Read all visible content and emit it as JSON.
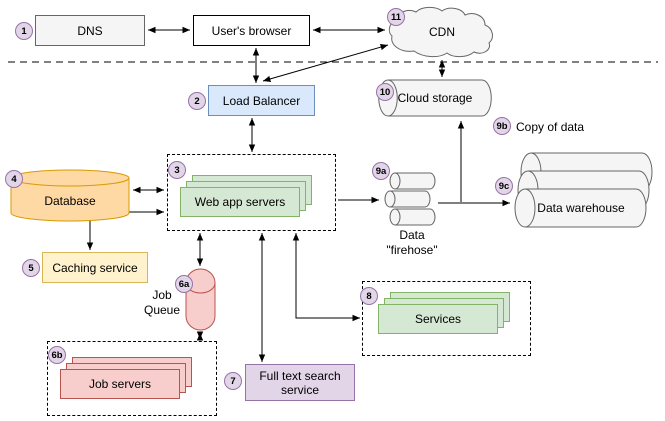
{
  "diagram": {
    "nodes": {
      "dns": {
        "badge": "1",
        "label": "DNS"
      },
      "browser": {
        "label": "User's browser"
      },
      "cdn": {
        "badge": "11",
        "label": "CDN"
      },
      "load_balancer": {
        "badge": "2",
        "label": "Load Balancer"
      },
      "cloud_storage": {
        "badge": "10",
        "label": "Cloud storage"
      },
      "copy_of_data": {
        "badge": "9b",
        "label": "Copy of data"
      },
      "web_app_servers": {
        "badge": "3",
        "label": "Web app servers"
      },
      "database": {
        "badge": "4",
        "label": "Database"
      },
      "caching_service": {
        "badge": "5",
        "label": "Caching service"
      },
      "job_queue": {
        "badge": "6a",
        "label": "Job Queue"
      },
      "job_servers": {
        "badge": "6b",
        "label": "Job servers"
      },
      "full_text_search": {
        "badge": "7",
        "label": "Full text search service"
      },
      "services": {
        "badge": "8",
        "label": "Services"
      },
      "data_firehose": {
        "badge": "9a",
        "label": "Data \"firehose\""
      },
      "data_warehouse": {
        "badge": "9c",
        "label": "Data warehouse"
      }
    },
    "edges": [
      {
        "from": "dns",
        "to": "browser",
        "type": "bidirectional"
      },
      {
        "from": "browser",
        "to": "cdn",
        "type": "bidirectional"
      },
      {
        "from": "browser",
        "to": "load_balancer",
        "type": "bidirectional"
      },
      {
        "from": "load_balancer",
        "to": "cdn",
        "type": "bidirectional"
      },
      {
        "from": "cdn",
        "to": "cloud_storage",
        "type": "bidirectional"
      },
      {
        "from": "load_balancer",
        "to": "web_app_servers",
        "type": "bidirectional"
      },
      {
        "from": "web_app_servers",
        "to": "database",
        "type": "bidirectional"
      },
      {
        "from": "web_app_servers",
        "to": "caching_service",
        "type": "bidirectional"
      },
      {
        "from": "web_app_servers",
        "to": "job_queue",
        "type": "bidirectional"
      },
      {
        "from": "job_queue",
        "to": "job_servers",
        "type": "bidirectional"
      },
      {
        "from": "web_app_servers",
        "to": "full_text_search",
        "type": "bidirectional"
      },
      {
        "from": "web_app_servers",
        "to": "services",
        "type": "bidirectional"
      },
      {
        "from": "web_app_servers",
        "to": "data_firehose",
        "type": "directed"
      },
      {
        "from": "data_firehose",
        "to": "data_warehouse",
        "type": "directed"
      },
      {
        "from": "data_firehose",
        "to": "cloud_storage",
        "type": "directed"
      }
    ],
    "colors": {
      "load_balancer_fill": "#dae8fc",
      "load_balancer_stroke": "#6c8ebf",
      "database_fill": "#ffd9a3",
      "database_stroke": "#d79b00",
      "caching_fill": "#fff2cc",
      "caching_stroke": "#d6b656",
      "servers_fill": "#d5e8d4",
      "servers_stroke": "#82b366",
      "jobs_fill": "#f8cecc",
      "jobs_stroke": "#b85450",
      "search_fill": "#e1d5e7",
      "search_stroke": "#9673a6",
      "neutral_fill": "#f5f5f5",
      "neutral_stroke": "#666666"
    }
  }
}
